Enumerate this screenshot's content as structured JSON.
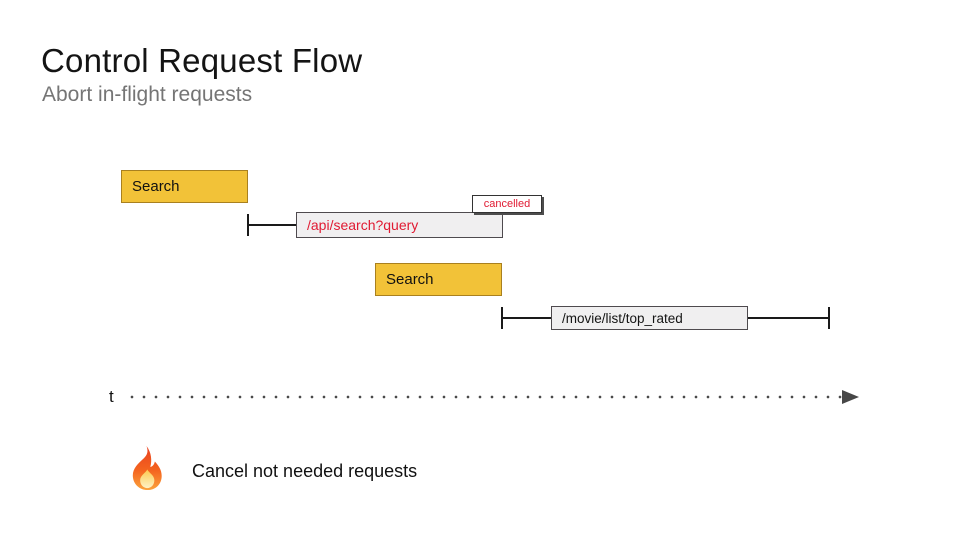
{
  "header": {
    "title": "Control Request Flow",
    "subtitle": "Abort in-flight requests"
  },
  "flow": {
    "search1": {
      "label": "Search"
    },
    "request1": {
      "label": "/api/search?query",
      "badge": "cancelled"
    },
    "search2": {
      "label": "Search"
    },
    "request2": {
      "label": "/movie/list/top_rated"
    }
  },
  "axis": {
    "label": "t"
  },
  "footer": {
    "icon": "fire-icon",
    "note": "Cancel not needed requests"
  },
  "colors": {
    "search_fill": "#f2c238",
    "search_border": "#a9801f",
    "request_fill": "#f0eff0",
    "request_border": "#4e4a4e",
    "cancel_red": "#e01a32",
    "subtitle_gray": "#757575",
    "axis_gray": "#4a4a4a"
  }
}
